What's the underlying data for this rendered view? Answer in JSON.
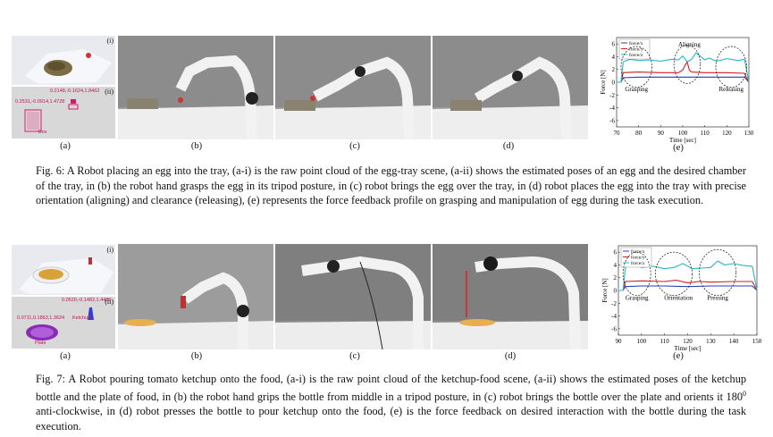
{
  "figure6": {
    "sublabels": [
      "(a)",
      "(b)",
      "(c)",
      "(d)",
      "(e)"
    ],
    "panel_marks": [
      "(i)",
      "(ii)"
    ],
    "pose_egg": "0.2148,-0.1624,1.8462",
    "pose_chamber": "0.2531,-0.0914,1.4728",
    "object_label": "Box",
    "caption": "Fig. 6: A Robot placing an egg into the tray, (a-i) is the raw point cloud of the egg-tray scene, (a-ii) shows the estimated poses of an egg and the desired chamber of the tray, in (b) the robot hand grasps the egg in its tripod posture, in (c) robot brings the egg over the tray, in (d) robot places the egg into the tray with precise orientation (aligning) and clearance (releasing), (e) represents the force feedback profile on grasping and manipulation of egg during the task execution."
  },
  "figure7": {
    "sublabels": [
      "(a)",
      "(b)",
      "(c)",
      "(d)",
      "(e)"
    ],
    "panel_marks": [
      "(i)",
      "(ii)"
    ],
    "pose_ketchup": "0.0520,-0.1482,1.4486",
    "pose_plate": "0.0711,0.1863,1.3624",
    "label_ketchup": "Ketchup",
    "label_plate": "Plate",
    "caption_pre": "Fig. 7: A Robot pouring tomato ketchup onto the food, (a-i) is the raw point cloud of the ketchup-food scene, (a-ii) shows the estimated poses of the ketchup bottle and the plate of food, in (b) the robot hand grips the bottle from middle in a tripod posture, in (c) robot brings the bottle over the plate and orients it 180",
    "caption_sup": "0",
    "caption_post": " anti-clockwise, in (d) robot presses the bottle to pour ketchup onto the food, (e) is the force feedback on desired interaction with the bottle during the task execution."
  },
  "chart_data": [
    {
      "type": "line",
      "xlabel": "Time [sec]",
      "ylabel": "Force [N]",
      "xlim": [
        70,
        130
      ],
      "ylim": [
        -7,
        7
      ],
      "xticks": [
        70,
        80,
        90,
        100,
        110,
        120,
        130
      ],
      "yticks": [
        6,
        4,
        2,
        0,
        -2,
        -4,
        -6
      ],
      "legend": [
        "force/x",
        "force/y",
        "force/z"
      ],
      "legend_position": "top-left",
      "annotations": [
        "Grasping",
        "Aligning",
        "Releasing"
      ],
      "colors": [
        "#1f3fb5",
        "#d02020",
        "#25b8c8"
      ],
      "series": [
        {
          "name": "force/x",
          "x": [
            70,
            72,
            73,
            80,
            90,
            100,
            110,
            120,
            128,
            130
          ],
          "values": [
            0.0,
            0.0,
            0.7,
            0.8,
            0.8,
            0.8,
            0.8,
            0.8,
            0.8,
            0.0
          ]
        },
        {
          "name": "force/y",
          "x": [
            70,
            72,
            73,
            80,
            90,
            98,
            100,
            101,
            102,
            103,
            104,
            110,
            120,
            128,
            130
          ],
          "values": [
            0.0,
            0.0,
            1.5,
            1.6,
            1.5,
            1.5,
            1.9,
            2.6,
            3.2,
            1.9,
            1.6,
            1.5,
            1.5,
            1.4,
            0.0
          ]
        },
        {
          "name": "force/z",
          "x": [
            70,
            72,
            73,
            76,
            80,
            85,
            90,
            95,
            98,
            100,
            102,
            104,
            106,
            110,
            112,
            115,
            118,
            120,
            125,
            128,
            130
          ],
          "values": [
            0.0,
            0.0,
            3.2,
            3.6,
            3.4,
            3.5,
            3.3,
            3.6,
            3.5,
            4.1,
            3.2,
            3.6,
            4.6,
            3.5,
            3.8,
            3.3,
            3.5,
            3.7,
            3.4,
            3.6,
            0.0
          ]
        }
      ]
    },
    {
      "type": "line",
      "xlabel": "Time [sec]",
      "ylabel": "Force [N]",
      "xlim": [
        90,
        150
      ],
      "ylim": [
        -7,
        7
      ],
      "xticks": [
        90,
        100,
        110,
        120,
        130,
        140,
        150
      ],
      "yticks": [
        6,
        4,
        2,
        0,
        -2,
        -4,
        -6
      ],
      "legend": [
        "force/x",
        "force/y",
        "force/z"
      ],
      "legend_position": "top-left",
      "annotations": [
        "Grasping",
        "Orientation",
        "Pressing"
      ],
      "colors": [
        "#1f3fb5",
        "#d02020",
        "#25b8c8"
      ],
      "series": [
        {
          "name": "force/x",
          "x": [
            90,
            92,
            93,
            100,
            110,
            120,
            130,
            140,
            148,
            150
          ],
          "values": [
            0.0,
            0.0,
            0.6,
            0.7,
            0.7,
            0.6,
            0.7,
            0.7,
            0.7,
            0.0
          ]
        },
        {
          "name": "force/y",
          "x": [
            90,
            92,
            93,
            100,
            110,
            115,
            120,
            125,
            130,
            140,
            148,
            150
          ],
          "values": [
            0.0,
            0.0,
            1.4,
            1.5,
            1.4,
            1.6,
            1.2,
            1.4,
            1.3,
            1.4,
            1.4,
            0.0
          ]
        },
        {
          "name": "force/z",
          "x": [
            90,
            92,
            93,
            96,
            100,
            105,
            110,
            114,
            118,
            122,
            126,
            130,
            133,
            136,
            140,
            144,
            148,
            150
          ],
          "values": [
            0.0,
            0.0,
            3.5,
            4.8,
            3.6,
            3.8,
            3.4,
            3.6,
            4.2,
            3.4,
            3.5,
            3.6,
            4.6,
            4.0,
            4.2,
            3.9,
            3.8,
            0.0
          ]
        }
      ]
    }
  ]
}
